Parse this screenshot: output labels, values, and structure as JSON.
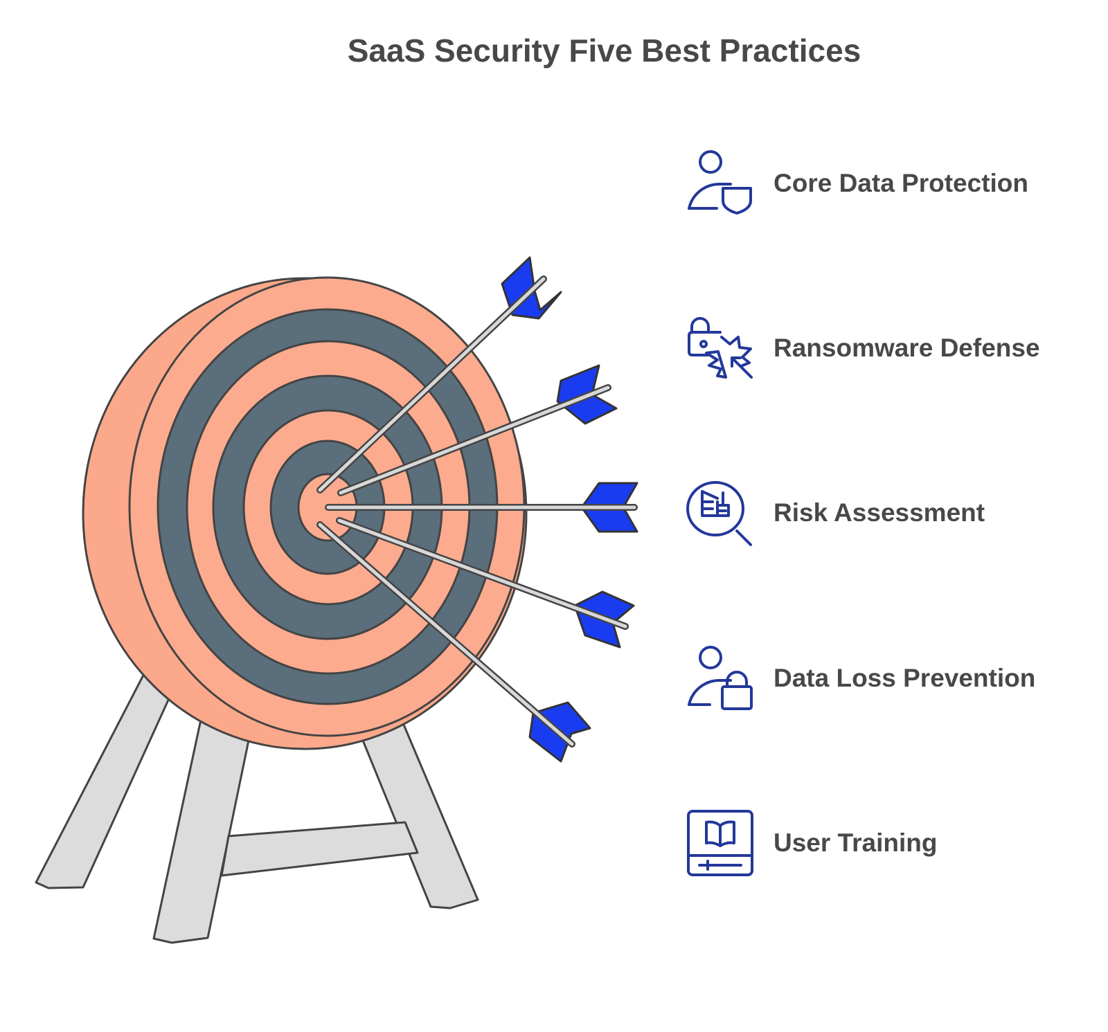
{
  "title": "SaaS Security Five Best Practices",
  "items": [
    {
      "label": "Core Data Protection",
      "icon": "user-shield-icon"
    },
    {
      "label": "Ransomware Defense",
      "icon": "lock-burst-icon"
    },
    {
      "label": "Risk Assessment",
      "icon": "magnifier-chart-icon"
    },
    {
      "label": "Data Loss Prevention",
      "icon": "user-lock-icon"
    },
    {
      "label": "User Training",
      "icon": "book-screen-icon"
    }
  ],
  "colors": {
    "target_light": "#fcab8f",
    "target_dark": "#5b6e7b",
    "fletching": "#1a3cf0",
    "icon": "#23389a",
    "text": "#484848"
  }
}
